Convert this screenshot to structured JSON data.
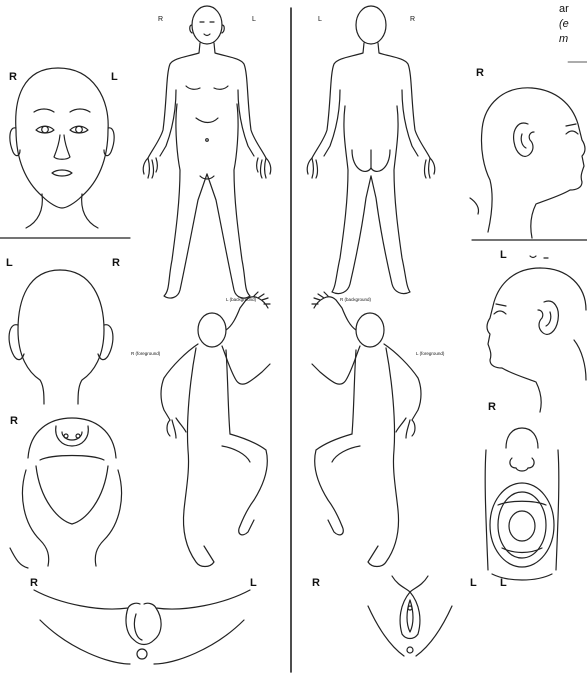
{
  "labels": {
    "side_right": "R",
    "side_left": "L",
    "background_left": "L (background)",
    "foreground_right": "R (foreground)",
    "background_right": "R (background)",
    "foreground_left": "L (foreground)"
  },
  "top_note": {
    "line1": "ar",
    "line2": "(e",
    "line3": "m"
  },
  "colors": {
    "ink": "#222222",
    "paper": "#ffffff"
  }
}
